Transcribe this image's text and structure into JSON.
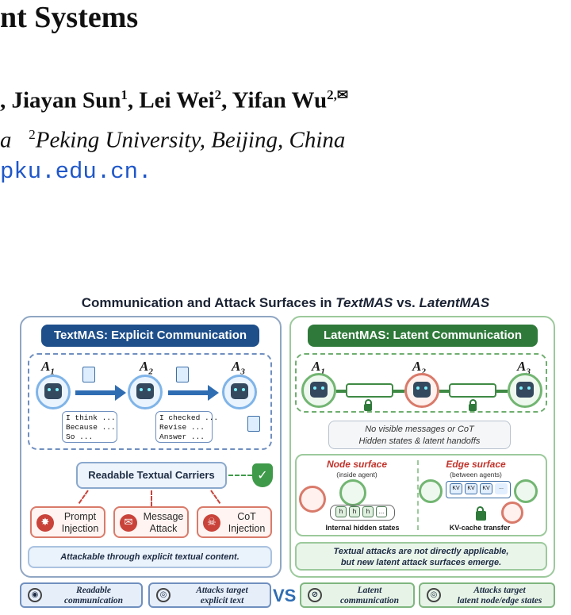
{
  "paper": {
    "title_fragment": "nt Systems",
    "authors": [
      {
        "name": ", Jiayan Sun",
        "sup": "1"
      },
      {
        "name": ", Lei Wei",
        "sup": "2"
      },
      {
        "name": ", Yifan Wu",
        "sup": "2,✉"
      }
    ],
    "affil_left": "a",
    "affil_sup": "2",
    "affil_right": "Peking University, Beijing, China",
    "email_fragment": "pku.edu.cn."
  },
  "figure": {
    "title_prefix": "Communication and Attack Surfaces in ",
    "title_textmas": "TextMAS",
    "title_mid": " vs. ",
    "title_latentmas": "LatentMAS",
    "left": {
      "header": "TextMAS: Explicit Communication",
      "agents": [
        "A",
        "A",
        "A"
      ],
      "agent_subs": [
        "1",
        "2",
        "3"
      ],
      "note1": "I think ...\nBecause ...\nSo ...",
      "note2": "I checked ...\nRevise ...\nAnswer ...",
      "carrier": "Readable Textual Carriers",
      "attacks": [
        {
          "icon": "bug-icon",
          "label": "Prompt\nInjection"
        },
        {
          "icon": "message-icon",
          "label": "Message\nAttack"
        },
        {
          "icon": "skull-icon",
          "label": "CoT\nInjection"
        }
      ],
      "footer": "Attackable through explicit textual content."
    },
    "right": {
      "header": "LatentMAS: Latent Communication",
      "agents": [
        "A",
        "A",
        "A"
      ],
      "agent_subs": [
        "1",
        "2",
        "3"
      ],
      "no_visible_line1": "No visible messages or CoT",
      "no_visible_line2": "Hidden states & latent handoffs",
      "node_title": "Node surface",
      "node_sub": "(inside agent)",
      "edge_title": "Edge surface",
      "edge_sub": "(between agents)",
      "hidden_tokens": [
        "h",
        "h",
        "h",
        "..."
      ],
      "kv_tokens": [
        "KV",
        "KV",
        "KV",
        "..."
      ],
      "node_caption": "Internal hidden states",
      "edge_caption": "KV-cache transfer",
      "footer_line1": "Textual attacks are not directly applicable,",
      "footer_line2": "but new latent attack surfaces emerge."
    },
    "legend": {
      "readable": "Readable\ncommunication",
      "explicit": "Attacks target\nexplicit text",
      "vs": "VS",
      "latent": "Latent\ncommunication",
      "latent_target": "Attacks target\nlatent node/edge states"
    },
    "colors": {
      "text_blue": "#1e4f8b",
      "latent_green": "#2f7a3a",
      "attack_red": "#c9433a"
    }
  }
}
